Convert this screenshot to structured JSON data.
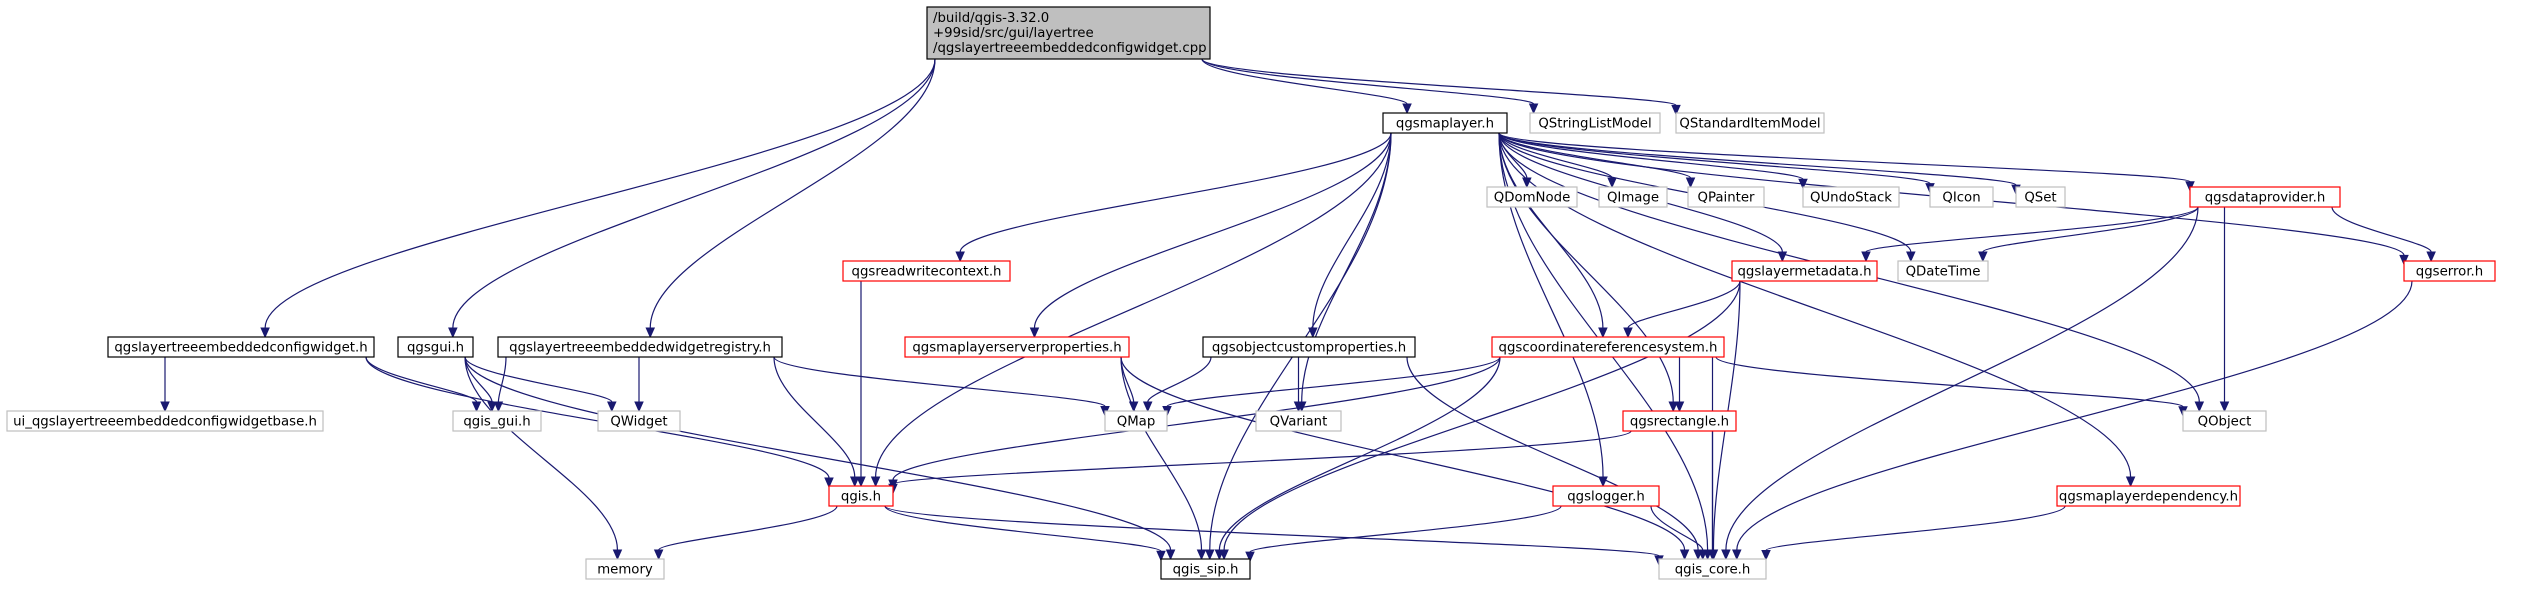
{
  "diagram": {
    "type": "include-dependency-graph",
    "colors": {
      "edge": "#191970",
      "root_fill": "#bfbfbf",
      "documented_border": "#000000",
      "undocumented_border": "#ff0000",
      "external_border": "#bfbfbf"
    },
    "nodes": [
      {
        "id": "root",
        "lines": [
          "/build/qgis-3.32.0",
          "+99sid/src/gui/layertree",
          "/qgslayertreeembeddedconfigwidget.cpp"
        ],
        "style": "root"
      },
      {
        "id": "qgsmaplayer_h",
        "lines": [
          "qgsmaplayer.h"
        ],
        "style": "black"
      },
      {
        "id": "qstringlistmodel",
        "lines": [
          "QStringListModel"
        ],
        "style": "gray"
      },
      {
        "id": "qstandarditemmodel",
        "lines": [
          "QStandardItemModel"
        ],
        "style": "gray"
      },
      {
        "id": "qgslayertreeembeddedconfigwidget_h",
        "lines": [
          "qgslayertreeembeddedconfigwidget.h"
        ],
        "style": "black"
      },
      {
        "id": "qgsgui_h",
        "lines": [
          "qgsgui.h"
        ],
        "style": "black"
      },
      {
        "id": "qgslayertreeembeddedwidgetregistry_h",
        "lines": [
          "qgslayertreeembeddedwidgetregistry.h"
        ],
        "style": "black"
      },
      {
        "id": "ui_base",
        "lines": [
          "ui_qgslayertreeembeddedconfigwidgetbase.h"
        ],
        "style": "gray"
      },
      {
        "id": "qgis_gui_h",
        "lines": [
          "qgis_gui.h"
        ],
        "style": "gray"
      },
      {
        "id": "qwidget",
        "lines": [
          "QWidget"
        ],
        "style": "gray"
      },
      {
        "id": "qmap",
        "lines": [
          "QMap"
        ],
        "style": "gray"
      },
      {
        "id": "qvariant",
        "lines": [
          "QVariant"
        ],
        "style": "gray"
      },
      {
        "id": "qgis_h",
        "lines": [
          "qgis.h"
        ],
        "style": "red"
      },
      {
        "id": "memory",
        "lines": [
          "memory"
        ],
        "style": "gray"
      },
      {
        "id": "qgis_sip_h",
        "lines": [
          "qgis_sip.h"
        ],
        "style": "black"
      },
      {
        "id": "qgis_core_h",
        "lines": [
          "qgis_core.h"
        ],
        "style": "gray"
      },
      {
        "id": "qgsreadwritecontext_h",
        "lines": [
          "qgsreadwritecontext.h"
        ],
        "style": "red"
      },
      {
        "id": "qgsmaplayerserverproperties_h",
        "lines": [
          "qgsmaplayerserverproperties.h"
        ],
        "style": "red"
      },
      {
        "id": "qgsobjectcustomproperties_h",
        "lines": [
          "qgsobjectcustomproperties.h"
        ],
        "style": "black"
      },
      {
        "id": "qgscoordinatereferencesystem_h",
        "lines": [
          "qgscoordinatereferencesystem.h"
        ],
        "style": "red"
      },
      {
        "id": "qgsrectangle_h",
        "lines": [
          "qgsrectangle.h"
        ],
        "style": "red"
      },
      {
        "id": "qgslogger_h",
        "lines": [
          "qgslogger.h"
        ],
        "style": "red"
      },
      {
        "id": "qgslayermetadata_h",
        "lines": [
          "qgslayermetadata.h"
        ],
        "style": "red"
      },
      {
        "id": "qdatetime",
        "lines": [
          "QDateTime"
        ],
        "style": "gray"
      },
      {
        "id": "qdomnode",
        "lines": [
          "QDomNode"
        ],
        "style": "gray"
      },
      {
        "id": "qimage",
        "lines": [
          "QImage"
        ],
        "style": "gray"
      },
      {
        "id": "qpainter",
        "lines": [
          "QPainter"
        ],
        "style": "gray"
      },
      {
        "id": "qundostack",
        "lines": [
          "QUndoStack"
        ],
        "style": "gray"
      },
      {
        "id": "qicon",
        "lines": [
          "QIcon"
        ],
        "style": "gray"
      },
      {
        "id": "qset",
        "lines": [
          "QSet"
        ],
        "style": "gray"
      },
      {
        "id": "qgsdataprovider_h",
        "lines": [
          "qgsdataprovider.h"
        ],
        "style": "red"
      },
      {
        "id": "qgserror_h",
        "lines": [
          "qgserror.h"
        ],
        "style": "red"
      },
      {
        "id": "qobject",
        "lines": [
          "QObject"
        ],
        "style": "gray"
      },
      {
        "id": "qgsmaplayerdependency_h",
        "lines": [
          "qgsmaplayerdependency.h"
        ],
        "style": "red"
      }
    ],
    "edges": [
      [
        "root",
        "qgsmaplayer_h"
      ],
      [
        "root",
        "qstringlistmodel"
      ],
      [
        "root",
        "qstandarditemmodel"
      ],
      [
        "root",
        "qgslayertreeembeddedconfigwidget_h"
      ],
      [
        "root",
        "qgsgui_h"
      ],
      [
        "root",
        "qgslayertreeembeddedwidgetregistry_h"
      ],
      [
        "qgslayertreeembeddedconfigwidget_h",
        "ui_base"
      ],
      [
        "qgslayertreeembeddedconfigwidget_h",
        "qgis_gui_h"
      ],
      [
        "qgslayertreeembeddedconfigwidget_h",
        "qgis_h"
      ],
      [
        "qgsgui_h",
        "qgis_gui_h"
      ],
      [
        "qgsgui_h",
        "qwidget"
      ],
      [
        "qgsgui_h",
        "memory"
      ],
      [
        "qgsgui_h",
        "qgis_sip_h"
      ],
      [
        "qgslayertreeembeddedwidgetregistry_h",
        "qgis_gui_h"
      ],
      [
        "qgslayertreeembeddedwidgetregistry_h",
        "qwidget"
      ],
      [
        "qgslayertreeembeddedwidgetregistry_h",
        "qmap"
      ],
      [
        "qgslayertreeembeddedwidgetregistry_h",
        "qgis_h"
      ],
      [
        "qgis_h",
        "memory"
      ],
      [
        "qgis_h",
        "qgis_sip_h"
      ],
      [
        "qgis_h",
        "qgis_core_h"
      ],
      [
        "qgsmaplayer_h",
        "qgis_h"
      ],
      [
        "qgsmaplayer_h",
        "qgis_sip_h"
      ],
      [
        "qgsmaplayer_h",
        "qgis_core_h"
      ],
      [
        "qgsmaplayer_h",
        "qgsreadwritecontext_h"
      ],
      [
        "qgsmaplayer_h",
        "qgsmaplayerserverproperties_h"
      ],
      [
        "qgsmaplayer_h",
        "qgsobjectcustomproperties_h"
      ],
      [
        "qgsmaplayer_h",
        "qgscoordinatereferencesystem_h"
      ],
      [
        "qgsmaplayer_h",
        "qgsrectangle_h"
      ],
      [
        "qgsmaplayer_h",
        "qgslogger_h"
      ],
      [
        "qgsmaplayer_h",
        "qgslayermetadata_h"
      ],
      [
        "qgsmaplayer_h",
        "qdatetime"
      ],
      [
        "qgsmaplayer_h",
        "qdomnode"
      ],
      [
        "qgsmaplayer_h",
        "qimage"
      ],
      [
        "qgsmaplayer_h",
        "qpainter"
      ],
      [
        "qgsmaplayer_h",
        "qundostack"
      ],
      [
        "qgsmaplayer_h",
        "qicon"
      ],
      [
        "qgsmaplayer_h",
        "qset"
      ],
      [
        "qgsmaplayer_h",
        "qgsdataprovider_h"
      ],
      [
        "qgsmaplayer_h",
        "qgserror_h"
      ],
      [
        "qgsmaplayer_h",
        "qobject"
      ],
      [
        "qgsmaplayer_h",
        "qgsmaplayerdependency_h"
      ],
      [
        "qgsmaplayer_h",
        "qvariant"
      ],
      [
        "qgsreadwritecontext_h",
        "qgis_h"
      ],
      [
        "qgsmaplayerserverproperties_h",
        "qmap"
      ],
      [
        "qgsmaplayerserverproperties_h",
        "qgis_sip_h"
      ],
      [
        "qgsmaplayerserverproperties_h",
        "qgis_core_h"
      ],
      [
        "qgsobjectcustomproperties_h",
        "qmap"
      ],
      [
        "qgsobjectcustomproperties_h",
        "qvariant"
      ],
      [
        "qgsobjectcustomproperties_h",
        "qgis_core_h"
      ],
      [
        "qgscoordinatereferencesystem_h",
        "qmap"
      ],
      [
        "qgscoordinatereferencesystem_h",
        "qgis_h"
      ],
      [
        "qgscoordinatereferencesystem_h",
        "qgis_sip_h"
      ],
      [
        "qgscoordinatereferencesystem_h",
        "qgis_core_h"
      ],
      [
        "qgscoordinatereferencesystem_h",
        "qgsrectangle_h"
      ],
      [
        "qgscoordinatereferencesystem_h",
        "qobject"
      ],
      [
        "qgsrectangle_h",
        "qgis_h"
      ],
      [
        "qgsrectangle_h",
        "qgis_core_h"
      ],
      [
        "qgslogger_h",
        "qgis_sip_h"
      ],
      [
        "qgslogger_h",
        "qgis_core_h"
      ],
      [
        "qgslayermetadata_h",
        "qgscoordinatereferencesystem_h"
      ],
      [
        "qgslayermetadata_h",
        "qgis_sip_h"
      ],
      [
        "qgslayermetadata_h",
        "qgis_core_h"
      ],
      [
        "qgsdataprovider_h",
        "qgslayermetadata_h"
      ],
      [
        "qgsdataprovider_h",
        "qdatetime"
      ],
      [
        "qgsdataprovider_h",
        "qgserror_h"
      ],
      [
        "qgsdataprovider_h",
        "qobject"
      ],
      [
        "qgsdataprovider_h",
        "qgis_core_h"
      ],
      [
        "qgserror_h",
        "qgis_core_h"
      ],
      [
        "qgsmaplayerdependency_h",
        "qgis_core_h"
      ]
    ]
  }
}
